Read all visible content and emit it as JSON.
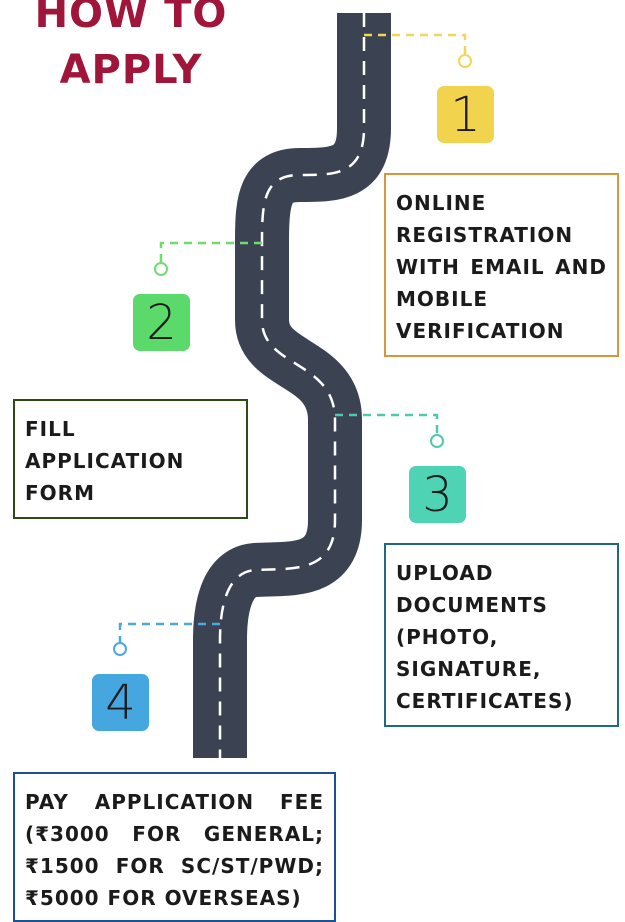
{
  "title": {
    "line1": "HOW TO",
    "line2": "APPLY"
  },
  "colors": {
    "title": "#a0163a",
    "road": "#3b4252",
    "lane": "#ffffff"
  },
  "steps": [
    {
      "number": "1",
      "badge_color": "#f2d34e",
      "connector_color": "#f0d75a",
      "border_color": "#d9953a",
      "text": "ONLINE REGISTRATION WITH EMAIL AND MOBILE VERIFICATION"
    },
    {
      "number": "2",
      "badge_color": "#5bd96b",
      "connector_color": "#6fdc6f",
      "border_color": "#2f4a14",
      "text": "FILL APPLICATION FORM"
    },
    {
      "number": "3",
      "badge_color": "#4ed4b4",
      "connector_color": "#4ec9b0",
      "border_color": "#1f6a80",
      "text": "UPLOAD DOCUMENTS (PHOTO, SIGNATURE, CERTIFICATES)"
    },
    {
      "number": "4",
      "badge_color": "#45a6e0",
      "connector_color": "#4aa8dc",
      "border_color": "#1d4f9a",
      "text": "PAY APPLICATION FEE (₹3000 FOR GENERAL; ₹1500 FOR SC/ST/PWD; ₹5000 FOR OVERSEAS)"
    }
  ]
}
